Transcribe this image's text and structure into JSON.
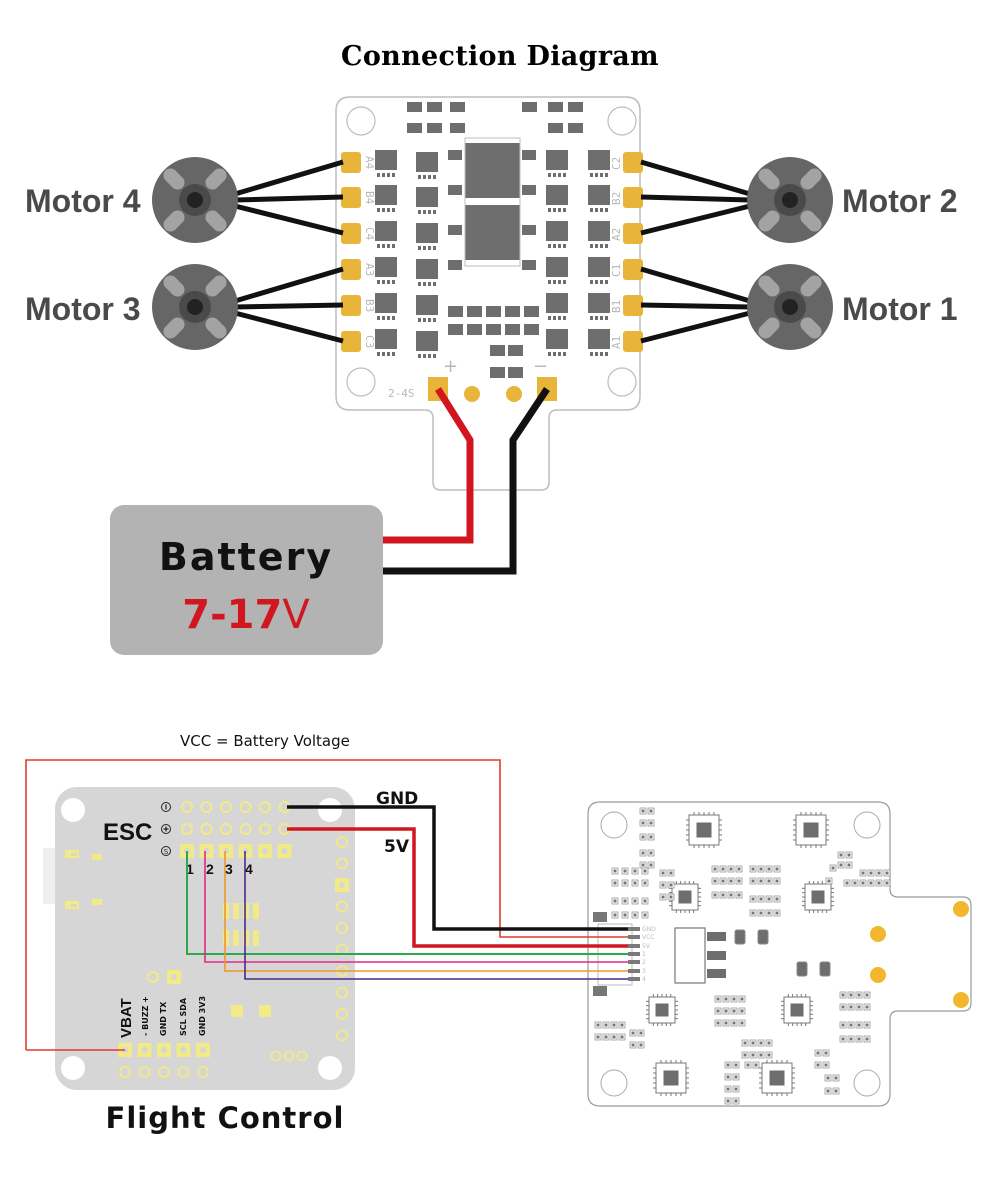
{
  "title": "Connection Diagram",
  "esc_board": {
    "silk_voltage": "2-4S",
    "plus_mark": "+",
    "minus_mark": "−",
    "pad_labels_left": [
      "A4",
      "B4",
      "C4",
      "A3",
      "B3",
      "C3"
    ],
    "pad_labels_right": [
      "C2",
      "B2",
      "A2",
      "C1",
      "B1",
      "A1"
    ]
  },
  "motors": [
    {
      "id": "motor-4",
      "label": "Motor 4",
      "side": "left"
    },
    {
      "id": "motor-3",
      "label": "Motor 3",
      "side": "left"
    },
    {
      "id": "motor-2",
      "label": "Motor 2",
      "side": "right"
    },
    {
      "id": "motor-1",
      "label": "Motor 1",
      "side": "right"
    }
  ],
  "battery": {
    "label": "Battery",
    "voltage_range": "7-17",
    "voltage_unit": "V"
  },
  "wiring": {
    "vcc_note": "VCC = Battery Voltage",
    "gnd_label": "GND",
    "five_v_label": "5V",
    "signal_numbers": [
      "1",
      "2",
      "3",
      "4"
    ],
    "connector_pins": [
      "GND",
      "VCC",
      "5V",
      "1",
      "2",
      "3",
      "4"
    ],
    "colors": {
      "power_red": "#d2161f",
      "ground_black": "#111111",
      "vcc_red": "#e03a2c",
      "signal_1": "#2aa84a",
      "signal_2": "#e0288c",
      "signal_3": "#f0962a",
      "signal_4": "#4a2a8c"
    }
  },
  "flight_controller": {
    "title": "Flight Control",
    "esc_header_label": "ESC",
    "esc_row_icons": [
      "minus-circle-icon",
      "plus-circle-icon",
      "signal-circle-icon"
    ],
    "vbat_label": "VBAT",
    "bottom_pin_labels": [
      "- BUZZ +",
      "GND TX",
      "SCL SDA",
      "GND 3V3"
    ]
  },
  "colors": {
    "pad_gold": "#e8b43a",
    "fc_pad_yellow": "#f2ea86",
    "fc_board": "#d6d6d6",
    "battery_fill": "#b3b3b3",
    "motor_body": "#666666",
    "chip_gray": "#6e6e6e"
  }
}
